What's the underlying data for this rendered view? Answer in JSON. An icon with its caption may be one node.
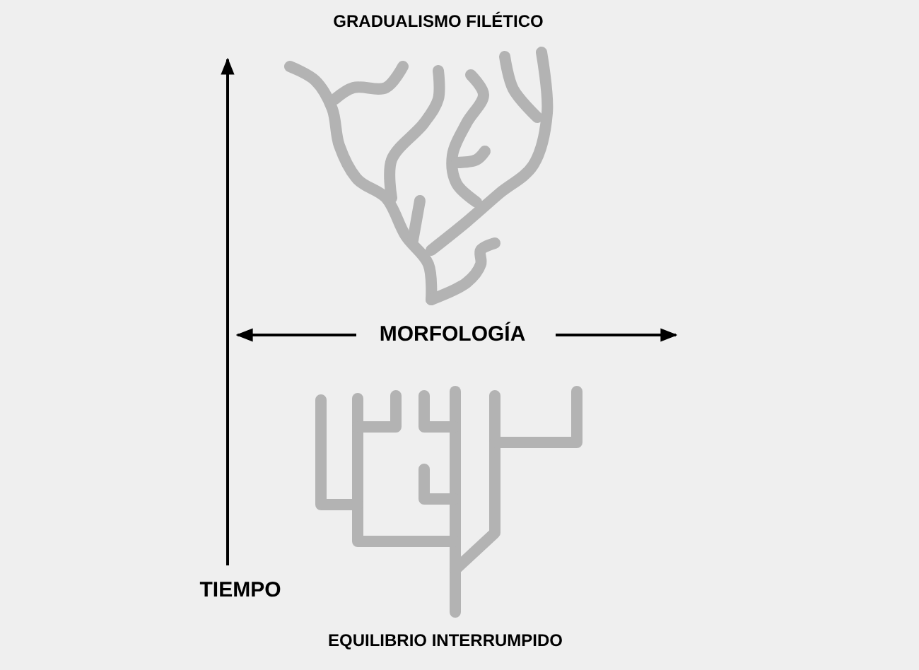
{
  "diagram": {
    "labels": [
      "GRADUALISMO FILÉTICO",
      "MORFOLOGÍA",
      "TIEMPO",
      "EQUILIBRIO INTERRUMPIDO"
    ]
  }
}
